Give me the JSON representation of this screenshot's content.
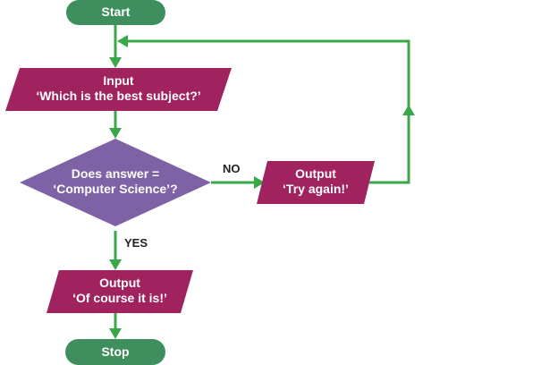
{
  "colors": {
    "terminal": "#3f8e5e",
    "io": "#a0225f",
    "decision": "#7e62a6",
    "arrow": "#3aa84a",
    "edge_label": "#222222"
  },
  "nodes": {
    "start": {
      "shape": "terminal",
      "text": "Start"
    },
    "input": {
      "shape": "parallelogram",
      "line1": "Input",
      "line2": "‘Which is the best subject?’"
    },
    "decision": {
      "shape": "diamond",
      "line1": "Does answer =",
      "line2": "‘Computer Science’?"
    },
    "try_again": {
      "shape": "parallelogram",
      "line1": "Output",
      "line2": "‘Try again!’"
    },
    "of_course": {
      "shape": "parallelogram",
      "line1": "Output",
      "line2": "‘Of course it is!’"
    },
    "stop": {
      "shape": "terminal",
      "text": "Stop"
    }
  },
  "edges": {
    "no_label": "NO",
    "yes_label": "YES"
  }
}
